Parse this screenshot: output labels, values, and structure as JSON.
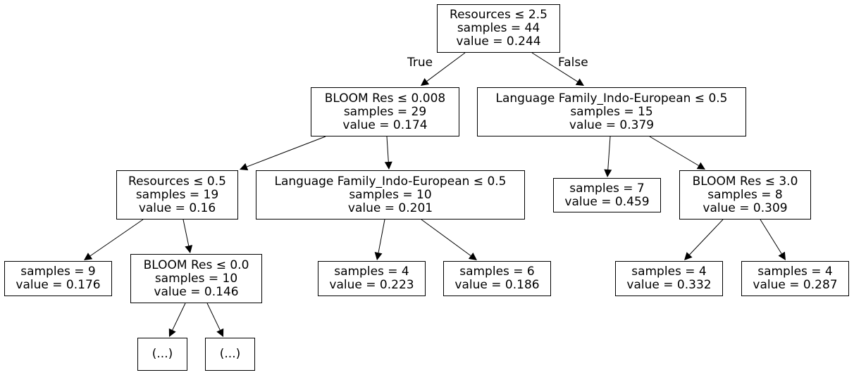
{
  "tree": {
    "edge_labels": {
      "true_label": "True",
      "false_label": "False"
    },
    "nodes": {
      "n0": {
        "lines": [
          "Resources ≤ 2.5",
          "samples = 44",
          "value = 0.244"
        ]
      },
      "n1": {
        "lines": [
          "BLOOM Res ≤ 0.008",
          "samples = 29",
          "value = 0.174"
        ]
      },
      "n2": {
        "lines": [
          "Language Family_Indo-European ≤ 0.5",
          "samples = 15",
          "value = 0.379"
        ]
      },
      "n3": {
        "lines": [
          "Resources ≤ 0.5",
          "samples = 19",
          "value = 0.16"
        ]
      },
      "n4": {
        "lines": [
          "Language Family_Indo-European ≤ 0.5",
          "samples = 10",
          "value = 0.201"
        ]
      },
      "n5": {
        "lines": [
          "samples = 7",
          "value = 0.459"
        ]
      },
      "n6": {
        "lines": [
          "BLOOM Res ≤ 3.0",
          "samples = 8",
          "value = 0.309"
        ]
      },
      "n7": {
        "lines": [
          "samples = 9",
          "value = 0.176"
        ]
      },
      "n8": {
        "lines": [
          "BLOOM Res ≤ 0.0",
          "samples = 10",
          "value = 0.146"
        ]
      },
      "n9": {
        "lines": [
          "samples = 4",
          "value = 0.223"
        ]
      },
      "n10": {
        "lines": [
          "samples = 6",
          "value = 0.186"
        ]
      },
      "n11": {
        "lines": [
          "samples = 4",
          "value = 0.332"
        ]
      },
      "n12": {
        "lines": [
          "samples = 4",
          "value = 0.287"
        ]
      },
      "n13": {
        "lines": [
          "(...)"
        ]
      },
      "n14": {
        "lines": [
          "(...)"
        ]
      }
    },
    "edges": [
      [
        "n0",
        "n1"
      ],
      [
        "n0",
        "n2"
      ],
      [
        "n1",
        "n3"
      ],
      [
        "n1",
        "n4"
      ],
      [
        "n2",
        "n5"
      ],
      [
        "n2",
        "n6"
      ],
      [
        "n3",
        "n7"
      ],
      [
        "n3",
        "n8"
      ],
      [
        "n4",
        "n9"
      ],
      [
        "n4",
        "n10"
      ],
      [
        "n6",
        "n11"
      ],
      [
        "n6",
        "n12"
      ],
      [
        "n8",
        "n13"
      ],
      [
        "n8",
        "n14"
      ]
    ]
  }
}
